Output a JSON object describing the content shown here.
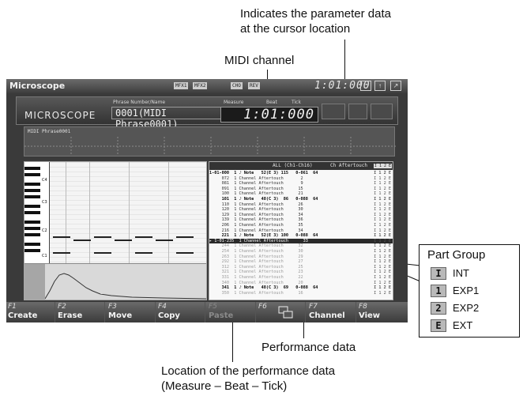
{
  "annotations": {
    "parameter_line1": "Indicates the parameter data",
    "parameter_line2": "at the cursor location",
    "midi_channel": "MIDI channel",
    "performance_data": "Performance data",
    "location_line1": "Location of the performance data",
    "location_line2": "(Measure – Beat – Tick)"
  },
  "window": {
    "title": "Microscope",
    "status_chips": [
      "MFX1",
      "MFX2",
      "CHO",
      "REV"
    ],
    "time": "1:01:000",
    "buttons": [
      "□",
      "↑",
      "↗"
    ]
  },
  "header": {
    "logo": "MICROSCOPE",
    "phrase_label": "Phrase Number/Name",
    "phrase_value": "0001(MIDI Phrase0001)",
    "measure_label": "Measure",
    "beat_label": "Beat",
    "tick_label": "Tick",
    "position": "1:01:000"
  },
  "phrase_strip": {
    "label": "MIDI Phrase0001"
  },
  "piano": {
    "octave_labels": [
      "C4",
      "C3",
      "C2",
      "C1"
    ]
  },
  "event_list": {
    "channel_filter": "ALL (Ch1-Ch16)",
    "parameter": "Ch Aftertouch",
    "part_icons": "I 1 2 E",
    "rows": [
      {
        "text": "1-01-000  1 ♪ Note   52(E 3) 115   0-061  64",
        "kind": "note"
      },
      {
        "text": "     072  1 Channel Aftertouch       2",
        "kind": "normal"
      },
      {
        "text": "     081  1 Channel Aftertouch       9",
        "kind": "normal"
      },
      {
        "text": "     091  1 Channel Aftertouch      15",
        "kind": "normal"
      },
      {
        "text": "     100  1 Channel Aftertouch      21",
        "kind": "normal"
      },
      {
        "text": "     101  1 ♪ Note   48(C 3)  86   0-088  64",
        "kind": "note"
      },
      {
        "text": "     110  1 Channel Aftertouch      26",
        "kind": "normal"
      },
      {
        "text": "     120  1 Channel Aftertouch      30",
        "kind": "normal"
      },
      {
        "text": "     129  1 Channel Aftertouch      34",
        "kind": "normal"
      },
      {
        "text": "     139  1 Channel Aftertouch      36",
        "kind": "normal"
      },
      {
        "text": "     206  1 Channel Aftertouch      35",
        "kind": "normal"
      },
      {
        "text": "     216  1 Channel Aftertouch      34",
        "kind": "normal"
      },
      {
        "text": "     221  1 ♪ Note   52(E 3) 100   0-088  64",
        "kind": "note"
      },
      {
        "text": "▸ 1-01-235  1 Channel Aftertouch      33",
        "kind": "sel"
      },
      {
        "text": "     244  1 Channel Aftertouch      32",
        "kind": "dim"
      },
      {
        "text": "     254  1 Channel Aftertouch      30",
        "kind": "dim"
      },
      {
        "text": "     263  1 Channel Aftertouch      29",
        "kind": "dim"
      },
      {
        "text": "     292  1 Channel Aftertouch      27",
        "kind": "dim"
      },
      {
        "text": "     312  1 Channel Aftertouch      25",
        "kind": "dim"
      },
      {
        "text": "     321  1 Channel Aftertouch      23",
        "kind": "dim"
      },
      {
        "text": "     331  1 Channel Aftertouch      22",
        "kind": "dim"
      },
      {
        "text": "     340  1 Channel Aftertouch      20",
        "kind": "dim"
      },
      {
        "text": "     341  1 ♪ Note   48(C 3)  69   0-088  64",
        "kind": "note"
      },
      {
        "text": "     350  1 Channel Aftertouch      16",
        "kind": "dim"
      }
    ]
  },
  "function_keys": [
    {
      "num": "F1",
      "label": "Create",
      "enabled": true
    },
    {
      "num": "F2",
      "label": "Erase",
      "enabled": true
    },
    {
      "num": "F3",
      "label": "Move",
      "enabled": true
    },
    {
      "num": "F4",
      "label": "Copy",
      "enabled": true
    },
    {
      "num": "F5",
      "label": "Paste",
      "enabled": false
    },
    {
      "num": "F6",
      "label": "",
      "enabled": true
    },
    {
      "num": "F7",
      "label": "Channel",
      "enabled": true
    },
    {
      "num": "F8",
      "label": "View",
      "enabled": true
    }
  ],
  "legend": {
    "title": "Part Group",
    "items": [
      {
        "icon": "I",
        "label": "INT"
      },
      {
        "icon": "1",
        "label": "EXP1"
      },
      {
        "icon": "2",
        "label": "EXP2"
      },
      {
        "icon": "E",
        "label": "EXT"
      }
    ]
  }
}
